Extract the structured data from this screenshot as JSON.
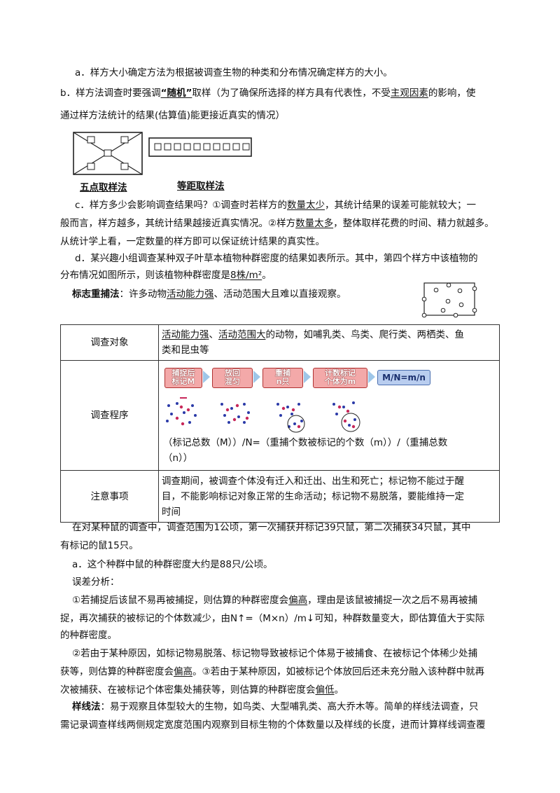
{
  "para_a": "a．样方大小确定方法为根据被调查生物的种类和分布情况确定样方的大小。",
  "para_b": {
    "pre": "b．样方法调查时要强调",
    "random": "“随机”",
    "mid": "取样（为了确保所选择的样方具有代表性，不受",
    "subjective": "主观因素",
    "post": "的影响，使",
    "line2": "通过样方法统计的结果(估算值)能更接近真实的情况）"
  },
  "figures": {
    "five_point": "五点取样法",
    "equidistant": "等距取样法"
  },
  "para_c": {
    "pre": "c．样方多少会影响调查结果吗？①调查时若样方的",
    "few": "数量太少",
    "mid": "，其统计结果的误差可能就较大；一",
    "line2_pre": "般而言，样方越多，其统计结果越接近真实情况。②样方",
    "many": "数量太多",
    "line2_post": "，整体取样花费的时间、精力就越多。",
    "line3": "从统计学上看，一定数量的样方即可以保证统计结果的真实性。"
  },
  "para_d": {
    "line1": "d．某兴趣小组调查某种双子叶草本植物种群密度的结果如表所示。其中，第四个样方中该植物的",
    "line2_pre": "分布情况如图所示，则该植物种群密度是",
    "answer": "8株/m²",
    "line2_post": "。"
  },
  "mark_recapture": {
    "title": "标志重捕法",
    "pre": "：许多动物",
    "active": "活动能力强",
    "post": "、活动范围大且难以直接观察。"
  },
  "table": {
    "row1_label": "调查对象",
    "row1_u1": "活动能力强",
    "row1_sep": "、",
    "row1_u2": "活动范围大",
    "row1_post": "的动物，如哺乳类、鸟类、爬行类、两栖类、鱼",
    "row1_line2": "类和昆虫等",
    "row2_label": "调查程序",
    "steps": [
      "捕捉后\n标记M",
      "放回\n混匀",
      "重捕\nn只",
      "计数标记\n个体为m"
    ],
    "formula": "M/N=m/n",
    "row2_line1": "（标记总数（M））/N=（重捕个数被标记的个数（m））/（重捕总数",
    "row2_line2": "（n））",
    "row3_label": "注意事项",
    "row3_line1": "调查期间，被调查个体没有迁入和迁出、出生和死亡；标记物不能过于醒",
    "row3_line2": "目，不能影响标记对象正常的生命活动；标记物不易脱落，要能维持一定",
    "row3_line3": "时间"
  },
  "rat": {
    "line1": "在对某种鼠的调查中，调查范围为1公顷，第一次捕获并标记39只鼠，第二次捕获34只鼠，其中",
    "line2": "有标记的鼠15只。",
    "line3": "a．这个种群中鼠的种群密度大约是88只/公顷。",
    "line4": "误差分析："
  },
  "error1": {
    "pre": "①若捕捉后该鼠不易再被捕捉，则估算的种群密度会",
    "high": "偏高",
    "post": "，理由是该鼠被捕捉一次之后不易再被捕",
    "line2": "捉，再次捕获的被标记的个体数减少，由N↑=（M×n）/m↓可知，种群数量变大，即估算值大于实际",
    "line3": "的种群密度。"
  },
  "error2": {
    "line1": "②若由于某种原因，如标记物易脱落、标记物导致被标记个体易于被捕食、在被标记个体稀少处捕",
    "line2_pre": "获等，则估算的种群密度会",
    "high": "偏高",
    "line2_post": "。③若由于某种原因，如被标记个体放回后还未充分融入该种群中就再",
    "line3_pre": "次被捕获、在被标记个体密集处捕获等，则估算的种群密度会",
    "low": "偏低",
    "line3_post": "。"
  },
  "transect": {
    "title": "样线法",
    "line1": "：易于观察且体型较大的生物，如鸟类、大型哺乳类、高大乔木等。简单的样线法调查，只",
    "line2": "需记录调查样线两侧规定宽度范围内观察到目标生物的个体数量以及样线的长度，进而计算样线调查覆"
  },
  "colors": {
    "arrow": "#9ec6e8",
    "step_fill": "#f3a9a9",
    "formula_fill": "#b9cdef",
    "dot_red": "#c8285a",
    "dot_blue": "#2b3aa8"
  }
}
